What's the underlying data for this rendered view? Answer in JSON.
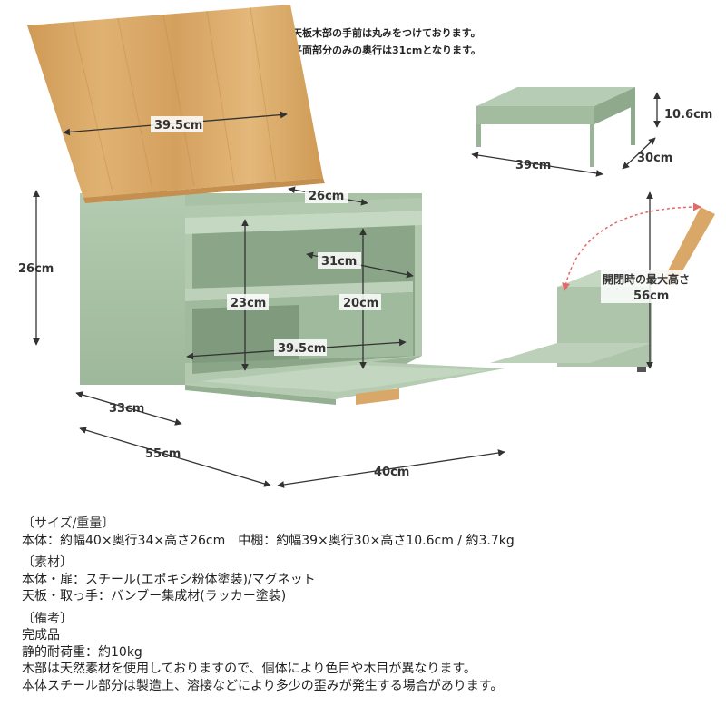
{
  "notes": {
    "line1": "天板木部の手前は丸みをつけております。",
    "line2": "平面部分のみの奥行は31cmとなります。"
  },
  "dims": {
    "lid_width": "39.5cm",
    "inner_depth_top": "26cm",
    "height_total": "26cm",
    "shelf_depth": "31cm",
    "inner_height_left": "23cm",
    "inner_height_right": "20cm",
    "inner_width": "39.5cm",
    "depth": "33cm",
    "open_depth": "55cm",
    "width": "40cm",
    "shelf_width": "39cm",
    "shelf_depth_side": "30cm",
    "shelf_height": "10.6cm",
    "open_height_label": "開閉時の最大高さ",
    "open_height": "56cm"
  },
  "colors": {
    "body": "#a9c2a6",
    "body_dark": "#8ea98b",
    "body_light": "#c3d6c0",
    "wood": "#d9a868",
    "wood_dark": "#c48f4f"
  },
  "specs": {
    "size_heading": "〔サイズ/重量〕",
    "size_line": "本体：約幅40×奥行34×高さ26cm　中棚：約幅39×奥行30×高さ10.6cm / 約3.7kg",
    "material_heading": "〔素材〕",
    "material_line1": "本体・扉：スチール(エポキシ粉体塗装)/マグネット",
    "material_line2": "天板・取っ手：バンブー集成材(ラッカー塗装)",
    "notes_heading": "〔備考〕",
    "notes_line1": "完成品",
    "notes_line2": "静的耐荷重：約10kg",
    "notes_line3": "木部は天然素材を使用しておりますので、個体により色目や木目が異なります。",
    "notes_line4": "本体スチール部分は製造上、溶接などにより多少の歪みが発生する場合があります。"
  }
}
